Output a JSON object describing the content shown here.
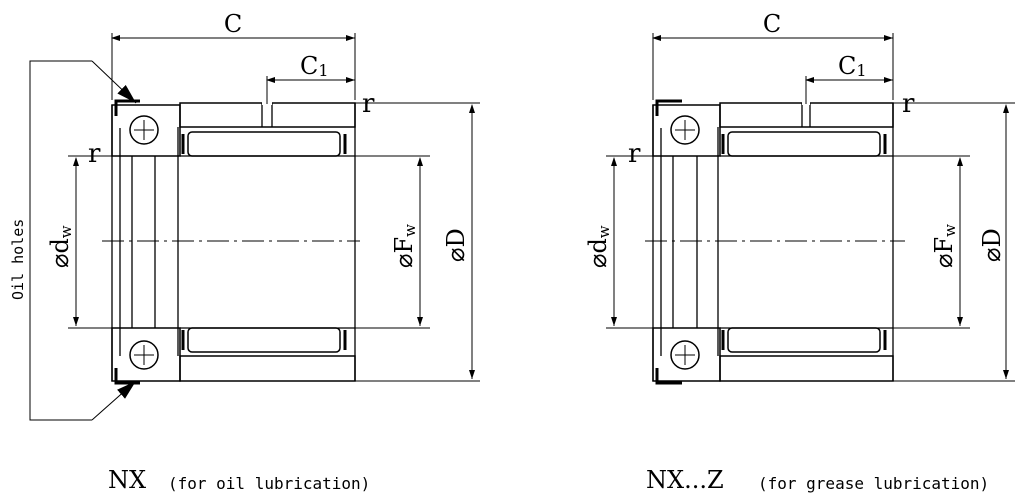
{
  "dimensions": {
    "c": "C",
    "c1": "C",
    "c1_sub": "1",
    "r": "r",
    "dw_prefix": "⌀d",
    "fw_prefix": "⌀F",
    "w_sub": "w",
    "d": "⌀D"
  },
  "callout": {
    "oil_holes": "Oil holes"
  },
  "captions": {
    "left_code": "NX",
    "left_note": "(for oil lubrication)",
    "right_code": "NX...Z",
    "right_note": "(for grease lubrication)"
  }
}
